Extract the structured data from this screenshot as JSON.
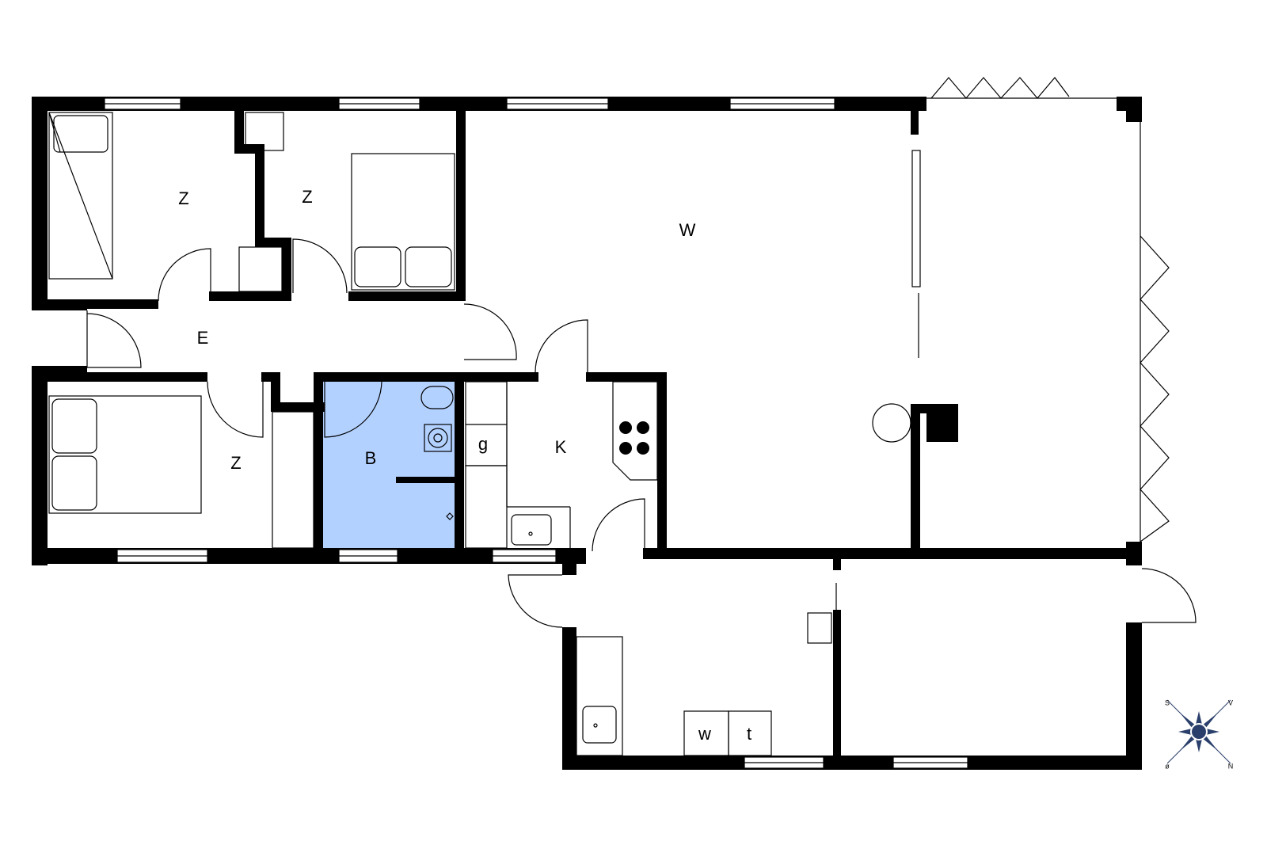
{
  "colors": {
    "wall": "#000000",
    "background": "#ffffff",
    "bathroom_fill": "#b3d1ff",
    "compass": "#2a3f6b"
  },
  "rooms": {
    "bedroom_1": "Z",
    "bedroom_2": "Z",
    "bedroom_3": "Z",
    "living_room": "W",
    "hall": "E",
    "bathroom": "B",
    "kitchen": "K",
    "stove_area": "g",
    "washer": "w",
    "dryer": "t"
  },
  "compass": {
    "top_left": "S",
    "top_right": "V",
    "bottom_left": "ø",
    "bottom_right": "N"
  }
}
